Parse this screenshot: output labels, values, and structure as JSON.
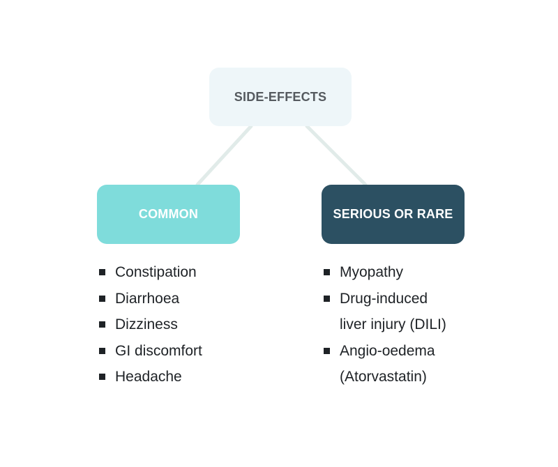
{
  "diagram": {
    "root": {
      "label": "SIDE-EFFECTS"
    },
    "common": {
      "label": "COMMON",
      "items": [
        "Constipation",
        "Diarrhoea",
        "Dizziness",
        "GI discomfort",
        "Headache"
      ]
    },
    "serious": {
      "label": "SERIOUS OR RARE",
      "items": [
        "Myopathy",
        "Drug-induced",
        "liver injury (DILI)",
        "Angio-oedema",
        "(Atorvastatin)"
      ]
    },
    "colors": {
      "root_fill": "#eef6f9",
      "root_text": "#555a5f",
      "common_fill": "#7fdcdb",
      "serious_fill": "#2c5062",
      "connector": "#e1ebe9",
      "bullet": "#1e2226"
    }
  }
}
